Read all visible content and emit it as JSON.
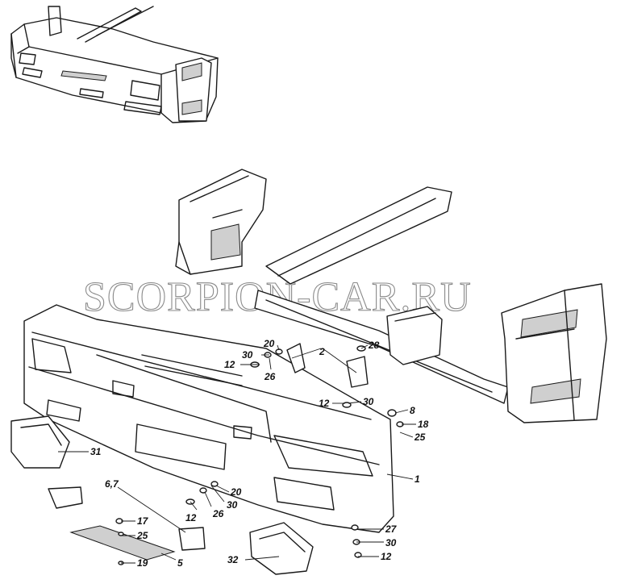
{
  "watermark": "SCORPION-CAR.RU",
  "callouts": [
    {
      "id": "c1",
      "text": "1"
    },
    {
      "id": "c2",
      "text": "2"
    },
    {
      "id": "c5",
      "text": "5"
    },
    {
      "id": "c67",
      "text": "6,7"
    },
    {
      "id": "c8",
      "text": "8"
    },
    {
      "id": "c12a",
      "text": "12"
    },
    {
      "id": "c12b",
      "text": "12"
    },
    {
      "id": "c12c",
      "text": "12"
    },
    {
      "id": "c12d",
      "text": "12"
    },
    {
      "id": "c17",
      "text": "17"
    },
    {
      "id": "c18",
      "text": "18"
    },
    {
      "id": "c19",
      "text": "19"
    },
    {
      "id": "c20a",
      "text": "20"
    },
    {
      "id": "c20b",
      "text": "20"
    },
    {
      "id": "c25a",
      "text": "25"
    },
    {
      "id": "c25b",
      "text": "25"
    },
    {
      "id": "c26a",
      "text": "26"
    },
    {
      "id": "c26b",
      "text": "26"
    },
    {
      "id": "c27",
      "text": "27"
    },
    {
      "id": "c28",
      "text": "28"
    },
    {
      "id": "c30a",
      "text": "30"
    },
    {
      "id": "c30b",
      "text": "30"
    },
    {
      "id": "c30c",
      "text": "30"
    },
    {
      "id": "c30d",
      "text": "30"
    },
    {
      "id": "c31",
      "text": "31"
    },
    {
      "id": "c32",
      "text": "32"
    }
  ]
}
